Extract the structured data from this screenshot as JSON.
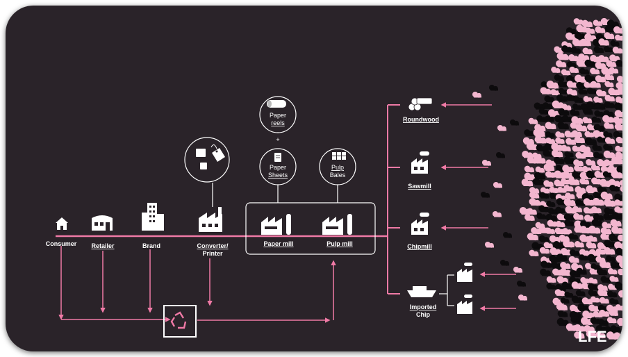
{
  "nodes": {
    "consumer": "Consumer",
    "retailer": "Retailer",
    "brand": "Brand",
    "converter": [
      "Converter/",
      "Printer"
    ],
    "paper_mill": "Paper mill",
    "pulp_mill": "Pulp mill",
    "paper_reels": [
      "Paper",
      "reels"
    ],
    "paper_sheets": [
      "Paper",
      "Sheets"
    ],
    "pulp_bales": [
      "Pulp",
      "Bales"
    ],
    "plus": "+",
    "roundwood": "Roundwood",
    "sawmill": "Sawmill",
    "chipmill": "Chipmill",
    "imported_chip": [
      "Imported",
      "Chip"
    ]
  },
  "logo_text": "LFE",
  "colors": {
    "background": "#2a2329",
    "accent": "#f07aa6",
    "tree_pink": "#f3b6cf",
    "text": "#ffffff"
  }
}
